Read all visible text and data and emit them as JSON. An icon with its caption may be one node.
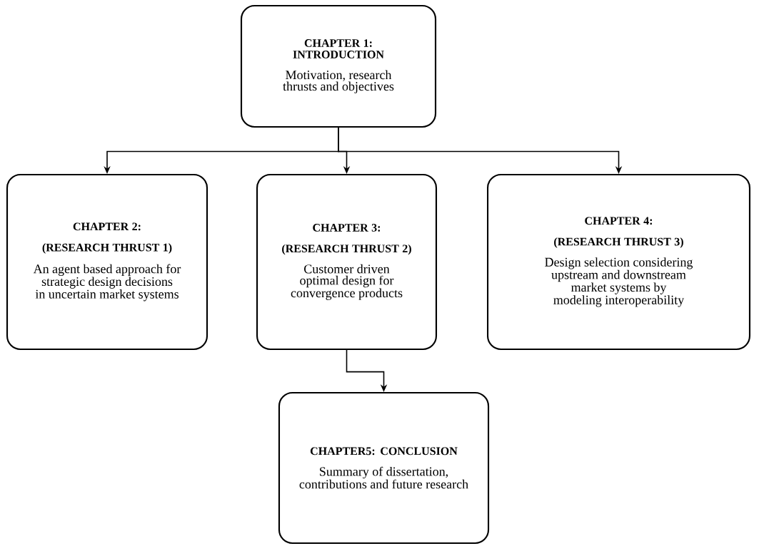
{
  "diagram": {
    "nodes": [
      {
        "text": [
          "CHAPTER 1: INTRODUCTION",
          "Motivation, research thrusts and objectives"
        ]
      },
      {
        "text": [
          "CHAPTER 2:",
          "(RESEARCH THRUST 1)",
          "An agent based approach for strategic design decisions in uncertain market systems"
        ]
      },
      {
        "text": [
          "CHAPTER 3:",
          "(RESEARCH THRUST 2)",
          "Customer driven optimal design for convergence products"
        ]
      },
      {
        "text": [
          "CHAPTER 4:",
          "(RESEARCH THRUST 3)",
          "Design selection considering upstream and downstream market systems by modeling interoperability"
        ]
      },
      {
        "text": [
          "CHAPTER5: CONCLUSION",
          "Summary of dissertation, contributions and future research"
        ]
      }
    ],
    "edges": [
      {
        "from": 0,
        "to": 1,
        "arrow": "to"
      },
      {
        "from": 0,
        "to": 2,
        "arrow": "to"
      },
      {
        "from": 0,
        "to": 3,
        "arrow": "to"
      },
      {
        "from": 2,
        "to": 4,
        "arrow": "to"
      }
    ]
  }
}
